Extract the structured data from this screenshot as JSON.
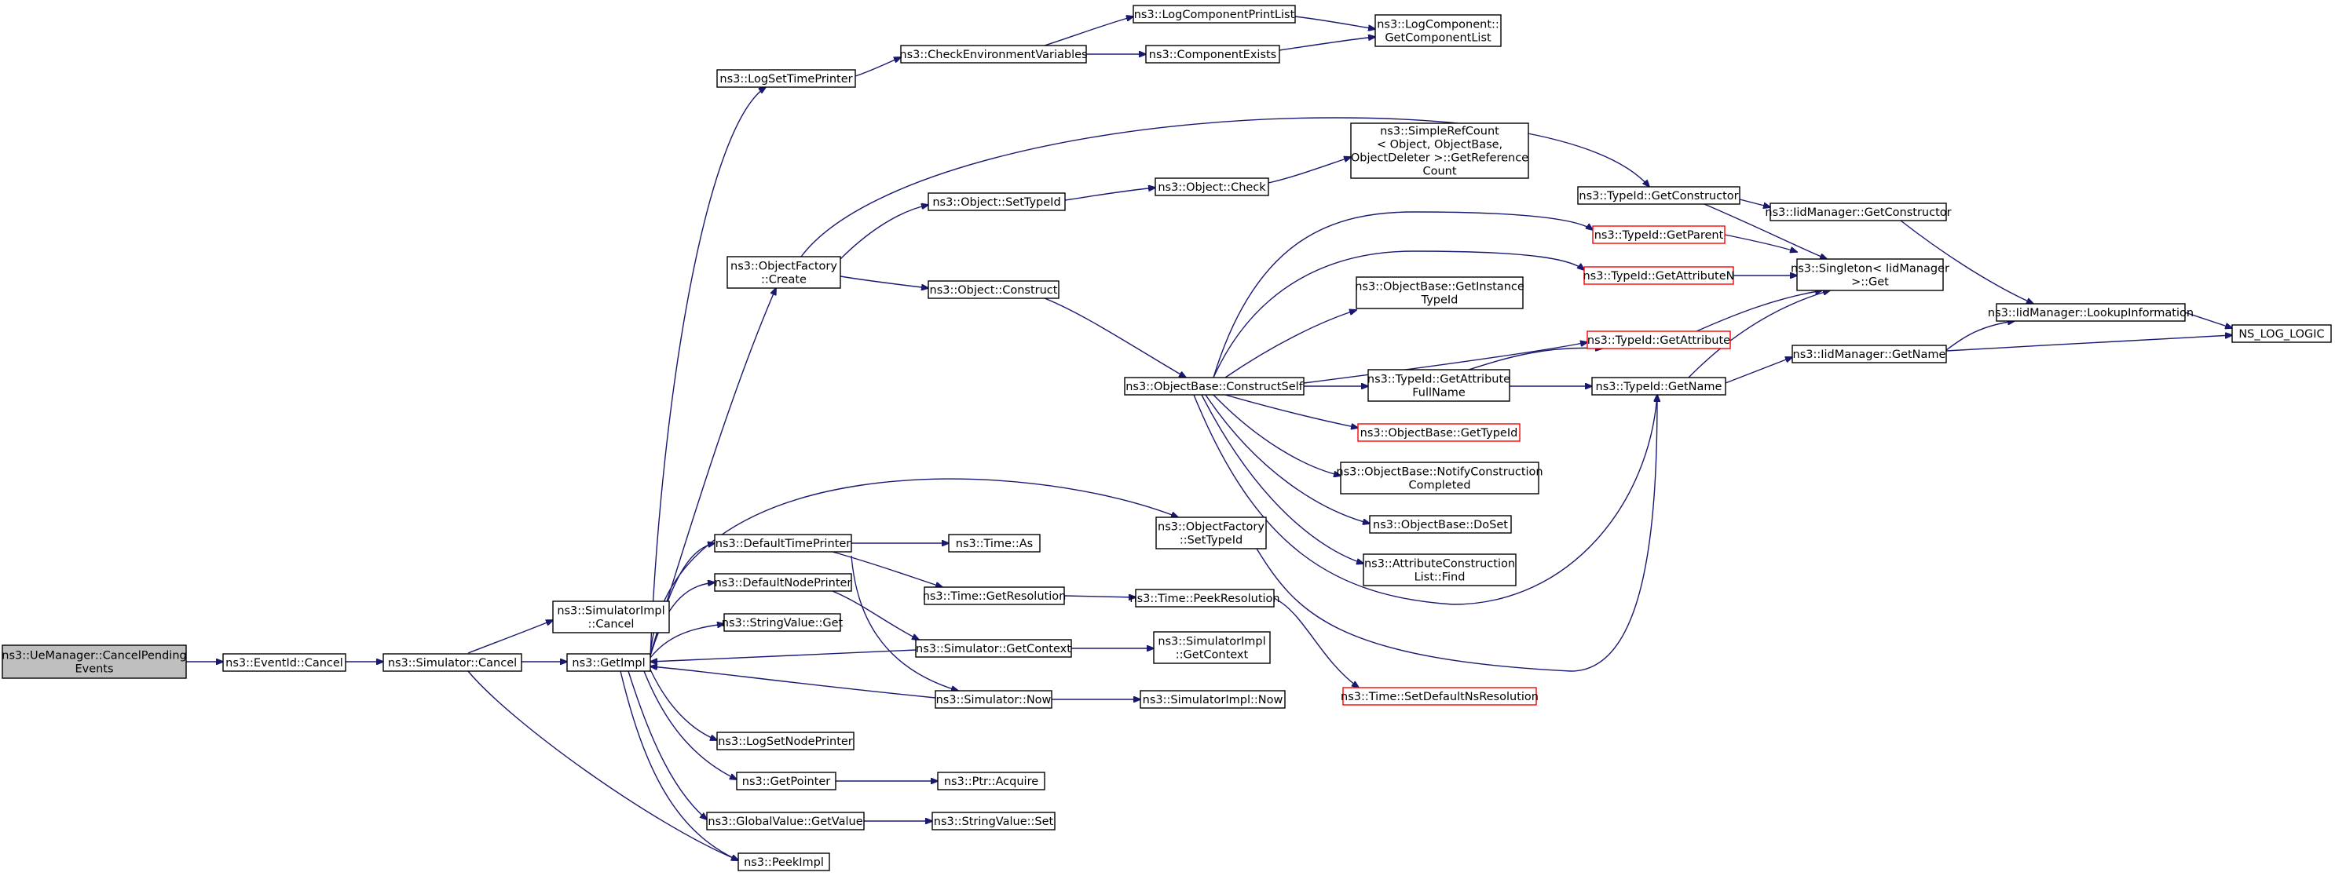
{
  "colors": {
    "edge": "#191970",
    "root_fill": "#bfbfbf",
    "highlight_border": "#ff0000"
  },
  "nodes": {
    "uemanager_cancel": [
      "ns3::UeManager::CancelPending",
      "Events"
    ],
    "eventid_cancel": [
      "ns3::EventId::Cancel"
    ],
    "simulator_cancel": [
      "ns3::Simulator::Cancel"
    ],
    "simulatorimpl_cancel": [
      "ns3::SimulatorImpl",
      "::Cancel"
    ],
    "getimpl": [
      "ns3::GetImpl"
    ],
    "peekimpl": [
      "ns3::PeekImpl"
    ],
    "logsettimeprinter": [
      "ns3::LogSetTimePrinter"
    ],
    "checkenv": [
      "ns3::CheckEnvironmentVariables"
    ],
    "logcomponentprintlist": [
      "ns3::LogComponentPrintList"
    ],
    "componentexists": [
      "ns3::ComponentExists"
    ],
    "getcomponentlist": [
      "ns3::LogComponent::",
      "GetComponentList"
    ],
    "objectfactory_create": [
      "ns3::ObjectFactory",
      "::Create"
    ],
    "object_settypeid": [
      "ns3::Object::SetTypeId"
    ],
    "object_check": [
      "ns3::Object::Check"
    ],
    "simplerefcount": [
      "ns3::SimpleRefCount",
      "< Object, ObjectBase,",
      "ObjectDeleter >::GetReference",
      "Count"
    ],
    "object_construct": [
      "ns3::Object::Construct"
    ],
    "constructself": [
      "ns3::ObjectBase::ConstructSelf"
    ],
    "typeid_getconstructor": [
      "ns3::TypeId::GetConstructor"
    ],
    "iidmanager_getconstructor": [
      "ns3::IidManager::GetConstructor"
    ],
    "typeid_getparent": [
      "ns3::TypeId::GetParent"
    ],
    "typeid_getattributen": [
      "ns3::TypeId::GetAttributeN"
    ],
    "singleton_get": [
      "ns3::Singleton< IidManager",
      ">::Get"
    ],
    "getinstancetypeid": [
      "ns3::ObjectBase::GetInstance",
      "TypeId"
    ],
    "typeid_getattribute": [
      "ns3::TypeId::GetAttribute"
    ],
    "lookupinformation": [
      "ns3::IidManager::LookupInformation"
    ],
    "ns_log_logic": [
      "NS_LOG_LOGIC"
    ],
    "iidmanager_getname": [
      "ns3::IidManager::GetName"
    ],
    "getattributefullname": [
      "ns3::TypeId::GetAttribute",
      "FullName"
    ],
    "typeid_getname": [
      "ns3::TypeId::GetName"
    ],
    "objectbase_gettypeid": [
      "ns3::ObjectBase::GetTypeId"
    ],
    "notifyconstructioncompleted": [
      "ns3::ObjectBase::NotifyConstruction",
      "Completed"
    ],
    "objectbase_doset": [
      "ns3::ObjectBase::DoSet"
    ],
    "attributeconstructionlist_find": [
      "ns3::AttributeConstruction",
      "List::Find"
    ],
    "defaulttimeprinter": [
      "ns3::DefaultTimePrinter"
    ],
    "time_as": [
      "ns3::Time::As"
    ],
    "defaultnodeprinter": [
      "ns3::DefaultNodePrinter"
    ],
    "time_getresolution": [
      "ns3::Time::GetResolution"
    ],
    "time_peekresolution": [
      "ns3::Time::PeekResolution"
    ],
    "stringvalue_get": [
      "ns3::StringValue::Get"
    ],
    "objectfactory_settypeid": [
      "ns3::ObjectFactory",
      "::SetTypeId"
    ],
    "simulator_getcontext": [
      "ns3::Simulator::GetContext"
    ],
    "simulatorimpl_getcontext": [
      "ns3::SimulatorImpl",
      "::GetContext"
    ],
    "setdefaultnsresolution": [
      "ns3::Time::SetDefaultNsResolution"
    ],
    "simulator_now": [
      "ns3::Simulator::Now"
    ],
    "simulatorimpl_now": [
      "ns3::SimulatorImpl::Now"
    ],
    "logsetnodeprinter": [
      "ns3::LogSetNodePrinter"
    ],
    "getpointer": [
      "ns3::GetPointer"
    ],
    "ptr_acquire": [
      "ns3::Ptr::Acquire"
    ],
    "globalvalue_getvalue": [
      "ns3::GlobalValue::GetValue"
    ],
    "stringvalue_set": [
      "ns3::StringValue::Set"
    ]
  }
}
